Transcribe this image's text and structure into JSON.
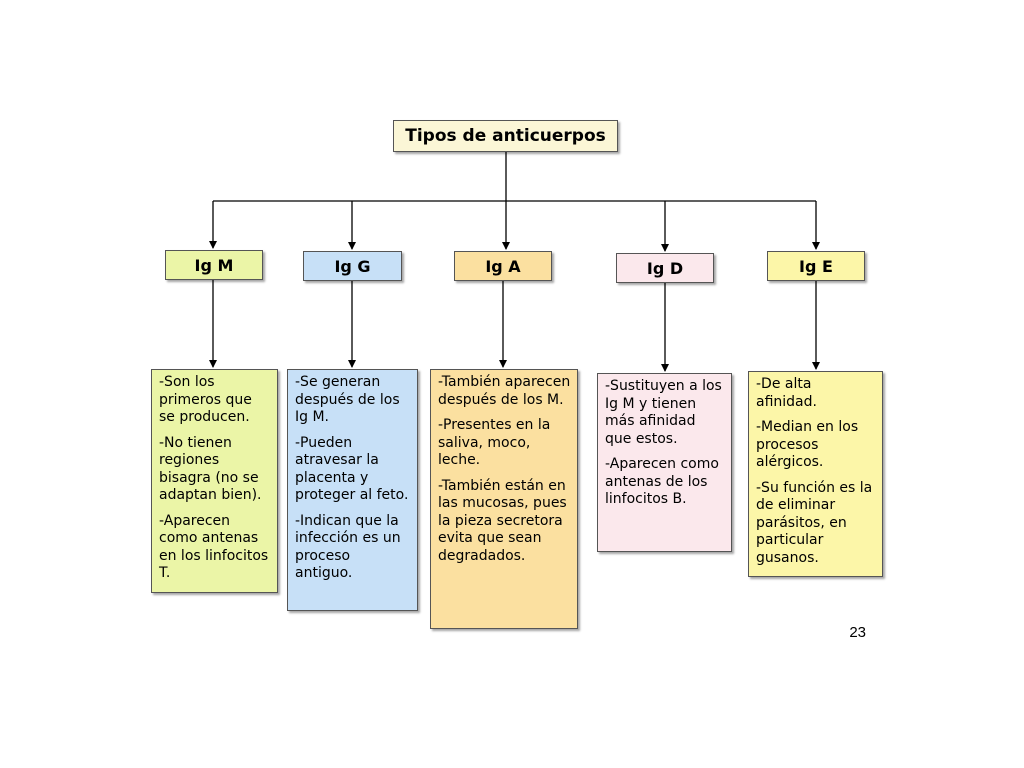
{
  "title": "Tipos de anticuerpos",
  "colors": {
    "ig_m": "#ebf5a7",
    "ig_g": "#c7e0f7",
    "ig_a": "#fbe0a0",
    "ig_d": "#fbe8ec",
    "ig_e": "#fcf6a8",
    "title": "#fbf6d6"
  },
  "types": [
    {
      "label": "Ig M",
      "description": [
        "-Son los primeros que se producen.",
        "-No tienen regiones bisagra (no se adaptan bien).",
        "-Aparecen como antenas en los linfocitos T."
      ]
    },
    {
      "label": "Ig G",
      "description": [
        "-Se generan después de los Ig M.",
        "-Pueden atravesar la placenta y proteger al feto.",
        "-Indican que la infección es un proceso antiguo."
      ]
    },
    {
      "label": "Ig A",
      "description": [
        "-También aparecen después de los M.",
        "-Presentes en la saliva, moco, leche.",
        "-También están en las mucosas, pues la pieza secretora evita que sean degradados."
      ]
    },
    {
      "label": "Ig D",
      "description": [
        "-Sustituyen a los Ig M y tienen más afinidad que estos.",
        "-Aparecen como antenas de los linfocitos B."
      ]
    },
    {
      "label": "Ig E",
      "description": [
        "-De alta afinidad.",
        "-Median en los procesos alérgicos.",
        "-Su función es la de eliminar parásitos, en particular gusanos."
      ]
    }
  ],
  "page_number": "23"
}
